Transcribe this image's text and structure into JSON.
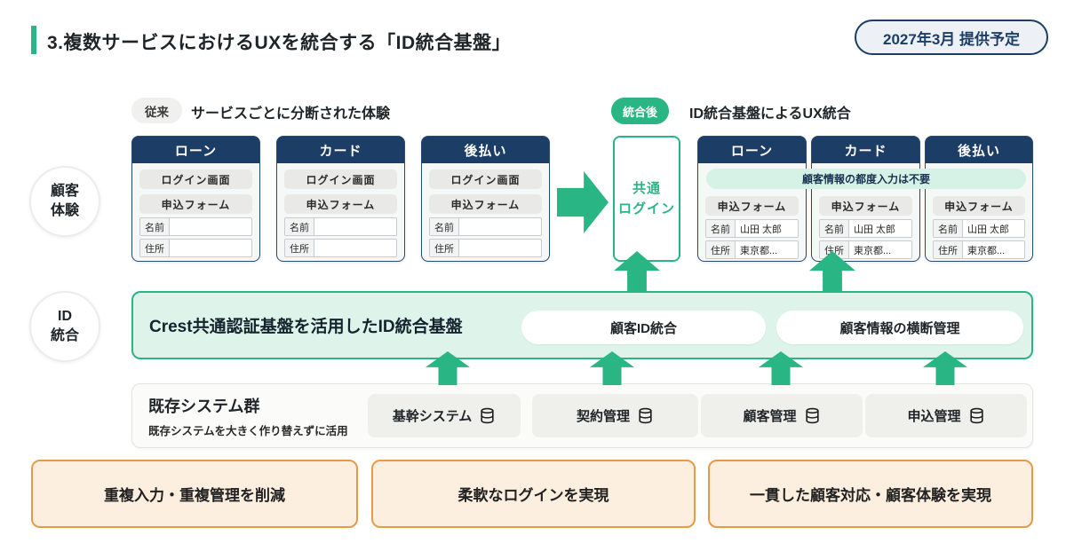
{
  "colors": {
    "accent_green": "#29b584",
    "navy": "#1c3d66",
    "mint_band": "#def4ea",
    "banner_mint": "#d6f2e7",
    "orange_border": "#e79a48",
    "orange_bg": "#fcefdf"
  },
  "header": {
    "title": "3.複数サービスにおけるUXを統合する「ID統合基盤」",
    "badge": "2027年3月 提供予定"
  },
  "section_labels": {
    "before_tag": "従来",
    "before_title": "サービスごとに分断された体験",
    "after_tag": "統合後",
    "after_title": "ID統合基盤によるUX統合"
  },
  "side_circles": {
    "customer": {
      "line1": "顧客",
      "line2": "体験"
    },
    "id": {
      "line1": "ID",
      "line2": "統合"
    }
  },
  "before_cards": [
    {
      "title": "ローン",
      "login": "ログイン画面",
      "form": "申込フォーム",
      "fields": [
        {
          "label": "名前",
          "value": ""
        },
        {
          "label": "住所",
          "value": ""
        }
      ]
    },
    {
      "title": "カード",
      "login": "ログイン画面",
      "form": "申込フォーム",
      "fields": [
        {
          "label": "名前",
          "value": ""
        },
        {
          "label": "住所",
          "value": ""
        }
      ]
    },
    {
      "title": "後払い",
      "login": "ログイン画面",
      "form": "申込フォーム",
      "fields": [
        {
          "label": "名前",
          "value": ""
        },
        {
          "label": "住所",
          "value": ""
        }
      ]
    }
  ],
  "common_login": {
    "line1": "共通",
    "line2": "ログイン"
  },
  "after_banner": "顧客情報の都度入力は不要",
  "after_cards": [
    {
      "title": "ローン",
      "form": "申込フォーム",
      "fields": [
        {
          "label": "名前",
          "value": "山田 太郎"
        },
        {
          "label": "住所",
          "value": "東京都..."
        }
      ]
    },
    {
      "title": "カード",
      "form": "申込フォーム",
      "fields": [
        {
          "label": "名前",
          "value": "山田 太郎"
        },
        {
          "label": "住所",
          "value": "東京都..."
        }
      ]
    },
    {
      "title": "後払い",
      "form": "申込フォーム",
      "fields": [
        {
          "label": "名前",
          "value": "山田 太郎"
        },
        {
          "label": "住所",
          "value": "東京都..."
        }
      ]
    }
  ],
  "id_band": {
    "title": "Crest共通認証基盤を活用したID統合基盤",
    "pills": [
      "顧客ID統合",
      "顧客情報の横断管理"
    ]
  },
  "systems_band": {
    "title": "既存システム群",
    "subtitle": "既存システムを大きく作り替えずに活用",
    "systems": [
      "基幹システム",
      "契約管理",
      "顧客管理",
      "申込管理"
    ]
  },
  "benefits": [
    "重複入力・重複管理を削減",
    "柔軟なログインを実現",
    "一貫した顧客対応・顧客体験を実現"
  ]
}
